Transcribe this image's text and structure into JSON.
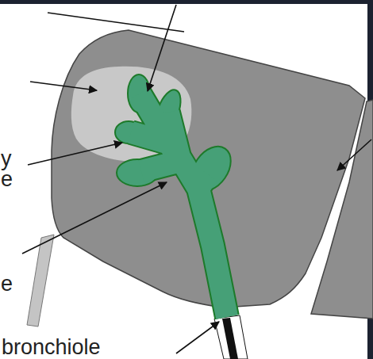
{
  "diagram": {
    "labels": [
      "y",
      "e",
      "e",
      "bronchiole"
    ]
  }
}
